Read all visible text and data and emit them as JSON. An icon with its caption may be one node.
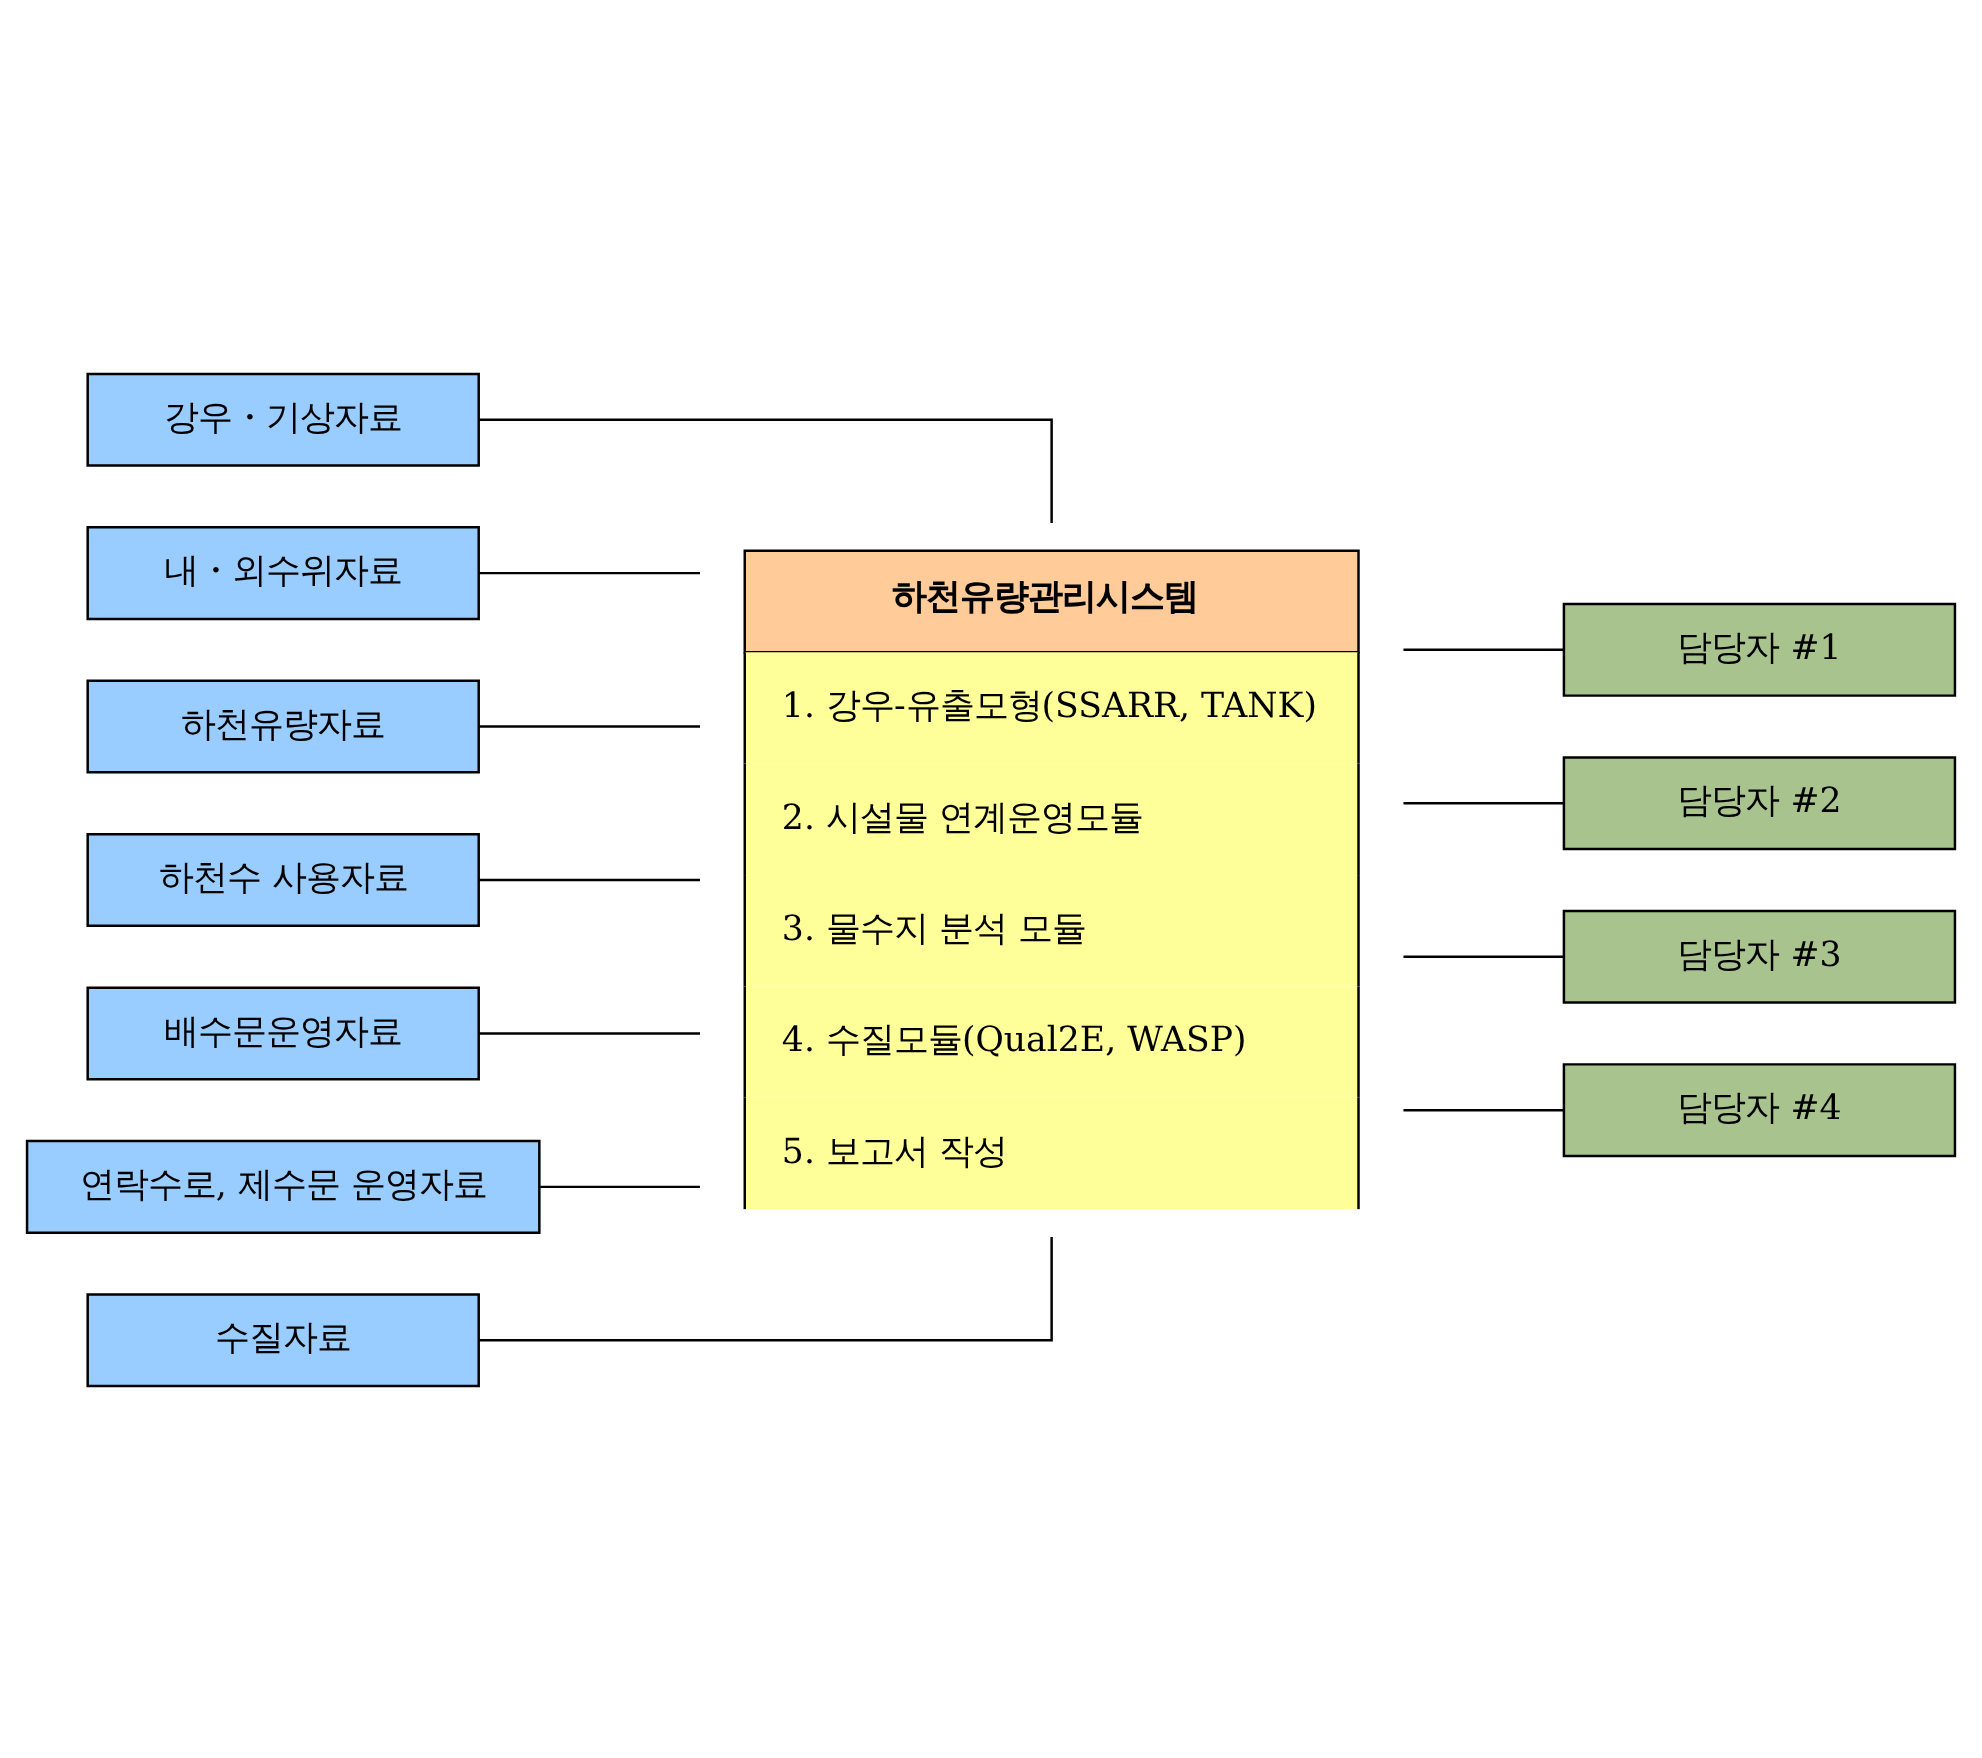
{
  "diagram": {
    "nodes": [
      {
        "text": [
          "강우・기상자료"
        ]
      },
      {
        "text": [
          "내・외수위자료"
        ]
      },
      {
        "text": [
          "하천유량자료"
        ]
      },
      {
        "text": [
          "하천수 사용자료"
        ]
      },
      {
        "text": [
          "배수문운영자료"
        ]
      },
      {
        "text": [
          "연락수로, 제수문 운영자료"
        ]
      },
      {
        "text": [
          "수질자료"
        ]
      },
      {
        "text": [
          "하천유량관리시스템",
          "1. 강우-유출모형(SSARR, TANK)",
          "2. 시설물 연계운영모듈",
          "3. 물수지 분석 모듈",
          "4. 수질모듈(Qual2E, WASP)",
          "5. 보고서 작성"
        ]
      },
      {
        "text": [
          "담당자 #1"
        ]
      },
      {
        "text": [
          "담당자 #2"
        ]
      },
      {
        "text": [
          "담당자 #3"
        ]
      },
      {
        "text": [
          "담당자 #4"
        ]
      }
    ],
    "edges": [
      {
        "from": 0,
        "to": 7,
        "arrow": "none"
      },
      {
        "from": 1,
        "to": 7,
        "arrow": "none"
      },
      {
        "from": 2,
        "to": 7,
        "arrow": "none"
      },
      {
        "from": 3,
        "to": 7,
        "arrow": "none"
      },
      {
        "from": 4,
        "to": 7,
        "arrow": "none"
      },
      {
        "from": 5,
        "to": 7,
        "arrow": "none"
      },
      {
        "from": 6,
        "to": 7,
        "arrow": "none"
      },
      {
        "from": 7,
        "to": 8,
        "arrow": "none"
      },
      {
        "from": 7,
        "to": 9,
        "arrow": "none"
      },
      {
        "from": 7,
        "to": 10,
        "arrow": "none"
      },
      {
        "from": 7,
        "to": 11,
        "arrow": "none"
      }
    ]
  }
}
